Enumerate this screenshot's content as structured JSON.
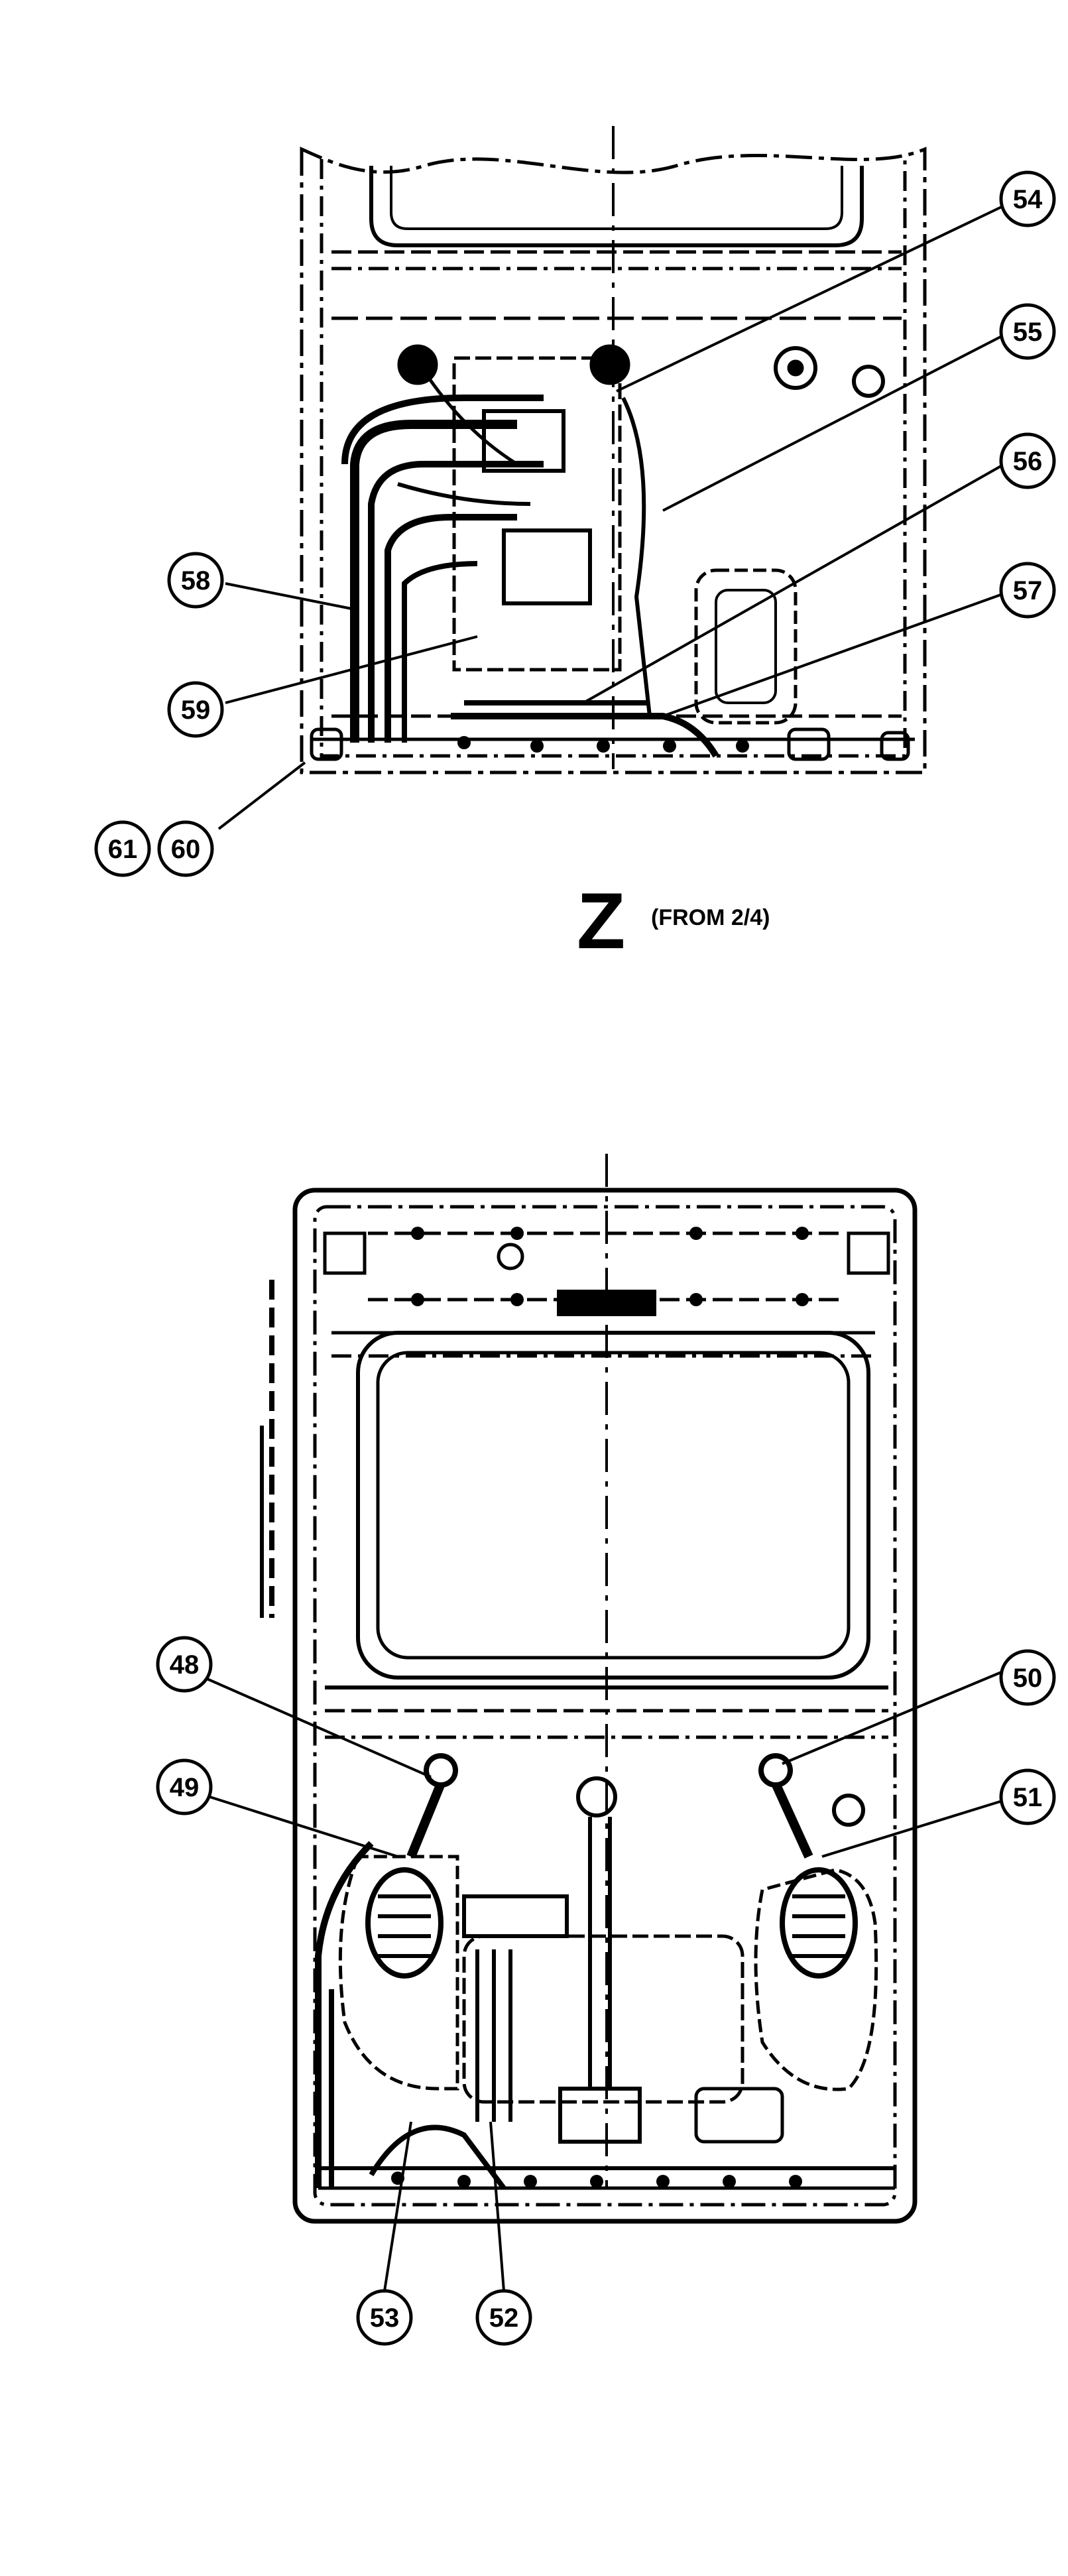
{
  "view": {
    "letter": "Z",
    "reference": "(FROM 2/4)"
  },
  "top_view": {
    "callouts": [
      "54",
      "55",
      "56",
      "57",
      "58",
      "59",
      "61",
      "60"
    ]
  },
  "bottom_view": {
    "callouts": [
      "48",
      "49",
      "50",
      "51",
      "53",
      "52"
    ]
  },
  "colors": {
    "ink": "#000000",
    "paper": "#ffffff"
  }
}
